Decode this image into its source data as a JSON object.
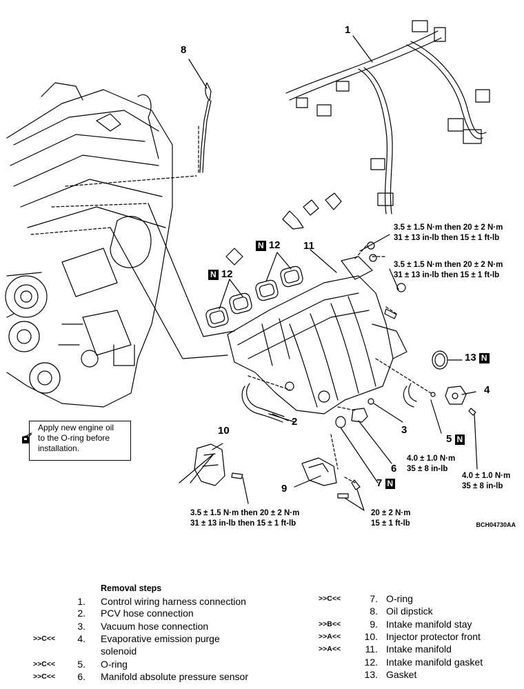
{
  "callouts": [
    {
      "id": "1",
      "text": "1",
      "new_part": false
    },
    {
      "id": "2",
      "text": "2",
      "new_part": false
    },
    {
      "id": "3",
      "text": "3",
      "new_part": false
    },
    {
      "id": "4",
      "text": "4",
      "new_part": false
    },
    {
      "id": "5",
      "text": "5",
      "new_part": true
    },
    {
      "id": "6",
      "text": "6",
      "new_part": false
    },
    {
      "id": "7",
      "text": "7",
      "new_part": true
    },
    {
      "id": "8",
      "text": "8",
      "new_part": false
    },
    {
      "id": "9",
      "text": "9",
      "new_part": false
    },
    {
      "id": "10",
      "text": "10",
      "new_part": false
    },
    {
      "id": "11",
      "text": "11",
      "new_part": false
    },
    {
      "id": "12a",
      "text": "12",
      "new_part": true
    },
    {
      "id": "12b",
      "text": "12",
      "new_part": true
    },
    {
      "id": "13",
      "text": "13",
      "new_part": true
    }
  ],
  "new_badge": "N",
  "torques": {
    "t1": [
      "3.5 ± 1.5 N·m then 20 ± 2 N·m",
      "31 ± 13 in-lb then 15 ± 1 ft-lb"
    ],
    "t2": [
      "3.5 ± 1.5 N·m then 20 ± 2 N·m",
      "31 ± 13 in-lb then 15 ± 1 ft-lb"
    ],
    "t3": [
      "4.0 ± 1.0 N·m",
      "35 ± 8 in-lb"
    ],
    "t4": [
      "4.0 ± 1.0 N·m",
      "35 ± 8 in-lb"
    ],
    "t5": [
      "3.5 ± 1.5 N·m then 20 ± 2 N·m",
      "31 ± 13 in-lb then 15 ± 1 ft-lb"
    ],
    "t6": [
      "20 ± 2 N·m",
      "15 ± 1 ft-lb"
    ]
  },
  "note": [
    "Apply new engine oil",
    "to the O-ring before",
    "installation."
  ],
  "note_icon": "oil-can-icon",
  "figure_code": "BCH04730AA",
  "removal_title": "Removal steps",
  "steps_left": [
    {
      "mark": "",
      "num": "1.",
      "text": "Control wiring harness connection"
    },
    {
      "mark": "",
      "num": "2.",
      "text": "PCV hose connection"
    },
    {
      "mark": "",
      "num": "3.",
      "text": "Vacuum hose connection"
    },
    {
      "mark": ">>C<<",
      "num": "4.",
      "text": "Evaporative emission purge"
    },
    {
      "mark": "",
      "num": "",
      "text": "solenoid"
    },
    {
      "mark": ">>C<<",
      "num": "5.",
      "text": "O-ring"
    },
    {
      "mark": ">>C<<",
      "num": "6.",
      "text": "Manifold absolute pressure sensor"
    }
  ],
  "steps_right": [
    {
      "mark": ">>C<<",
      "num": "7.",
      "text": "O-ring"
    },
    {
      "mark": "",
      "num": "8.",
      "text": "Oil dipstick"
    },
    {
      "mark": ">>B<<",
      "num": "9.",
      "text": "Intake manifold stay"
    },
    {
      "mark": ">>A<<",
      "num": "10.",
      "text": "Injector protector front"
    },
    {
      "mark": ">>A<<",
      "num": "11.",
      "text": "Intake manifold"
    },
    {
      "mark": "",
      "num": "12.",
      "text": "Intake manifold gasket"
    },
    {
      "mark": "",
      "num": "13.",
      "text": "Gasket"
    }
  ]
}
